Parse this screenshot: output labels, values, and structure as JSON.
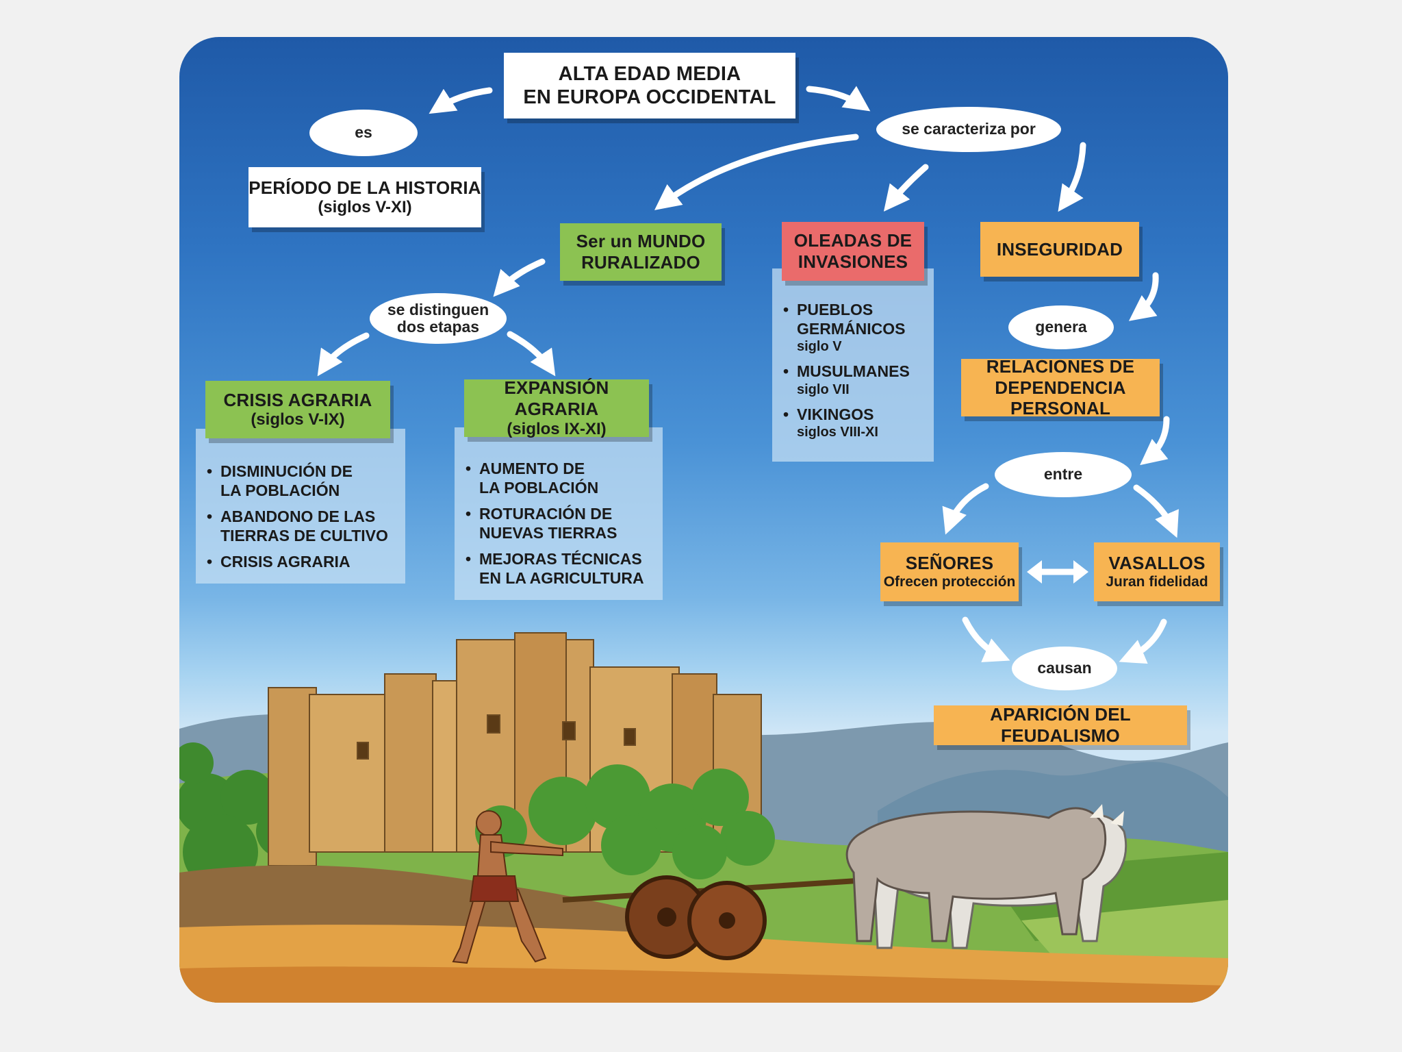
{
  "title": {
    "line1": "ALTA EDAD MEDIA",
    "line2": "EN EUROPA OCCIDENTAL"
  },
  "connectors": {
    "es": "es",
    "se_caracteriza_por": "se caracteriza por",
    "se_distinguen": {
      "line1": "se distinguen",
      "line2": "dos etapas"
    },
    "genera": "genera",
    "entre": "entre",
    "causan": "causan"
  },
  "periodo": {
    "line1": "PERÍODO DE LA HISTORIA",
    "line2": "(siglos V-XI)"
  },
  "mundo_ruralizado": {
    "line1": "Ser un MUNDO",
    "line2": "RURALIZADO"
  },
  "oleadas": {
    "line1": "OLEADAS DE",
    "line2": "INVASIONES",
    "items": [
      {
        "line1": "PUEBLOS",
        "line2": "GERMÁNICOS",
        "sub": "siglo V"
      },
      {
        "line1": "MUSULMANES",
        "sub": "siglo VII"
      },
      {
        "line1": "VIKINGOS",
        "sub": "siglos VIII-XI"
      }
    ]
  },
  "inseguridad": "INSEGURIDAD",
  "relaciones": {
    "line1": "RELACIONES DE",
    "line2": "DEPENDENCIA PERSONAL"
  },
  "crisis": {
    "line1": "CRISIS AGRARIA",
    "line2": "(siglos V-IX)",
    "items": [
      {
        "line1": "DISMINUCIÓN DE",
        "line2": "LA POBLACIÓN"
      },
      {
        "line1": "ABANDONO DE LAS",
        "line2": "TIERRAS DE CULTIVO"
      },
      {
        "line1": "CRISIS AGRARIA"
      }
    ]
  },
  "expansion": {
    "line1": "EXPANSIÓN AGRARIA",
    "line2": "(siglos IX-XI)",
    "items": [
      {
        "line1": "AUMENTO DE",
        "line2": "LA POBLACIÓN"
      },
      {
        "line1": "ROTURACIÓN DE",
        "line2": "NUEVAS TIERRAS"
      },
      {
        "line1": "MEJORAS TÉCNICAS",
        "line2": "EN LA AGRICULTURA"
      }
    ]
  },
  "senores": {
    "line1": "SEÑORES",
    "line2": "Ofrecen protección"
  },
  "vasallos": {
    "line1": "VASALLOS",
    "line2": "Juran fidelidad"
  },
  "feudalismo": "APARICIÓN DEL FEUDALISMO",
  "colors": {
    "green": "#8cc252",
    "red": "#ea6b6b",
    "orange": "#f7b452",
    "sky": "#2f74c2"
  }
}
